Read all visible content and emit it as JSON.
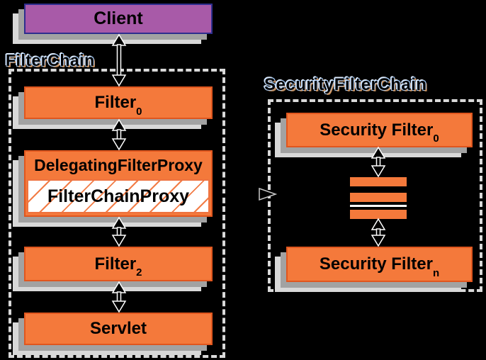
{
  "colors": {
    "background": "#000000",
    "box_orange": "#f4793b",
    "box_orange_border": "#e0561e",
    "client_purple": "#a85aa8",
    "client_border": "#2e2e8e",
    "shadow_near": "#a2a2a2",
    "shadow_far": "#d8d8d8",
    "dashed_border": "#d9d9d9",
    "hatch_line_orange": "#f06e32",
    "text": "#000000"
  },
  "client": {
    "label": "Client"
  },
  "filter_chain": {
    "title": "FilterChain",
    "filter0": {
      "base": "Filter",
      "sub": "0"
    },
    "delegating_filter_proxy": {
      "label": "DelegatingFilterProxy"
    },
    "filter_chain_proxy": {
      "label": "FilterChainProxy"
    },
    "filter2": {
      "base": "Filter",
      "sub": "2"
    },
    "servlet": {
      "label": "Servlet"
    }
  },
  "security_filter_chain": {
    "title": "SecurityFilterChain",
    "security_filter0": {
      "base": "Security Filter",
      "sub": "0"
    },
    "security_filter_n": {
      "base": "Security Filter",
      "sub": "n"
    }
  }
}
